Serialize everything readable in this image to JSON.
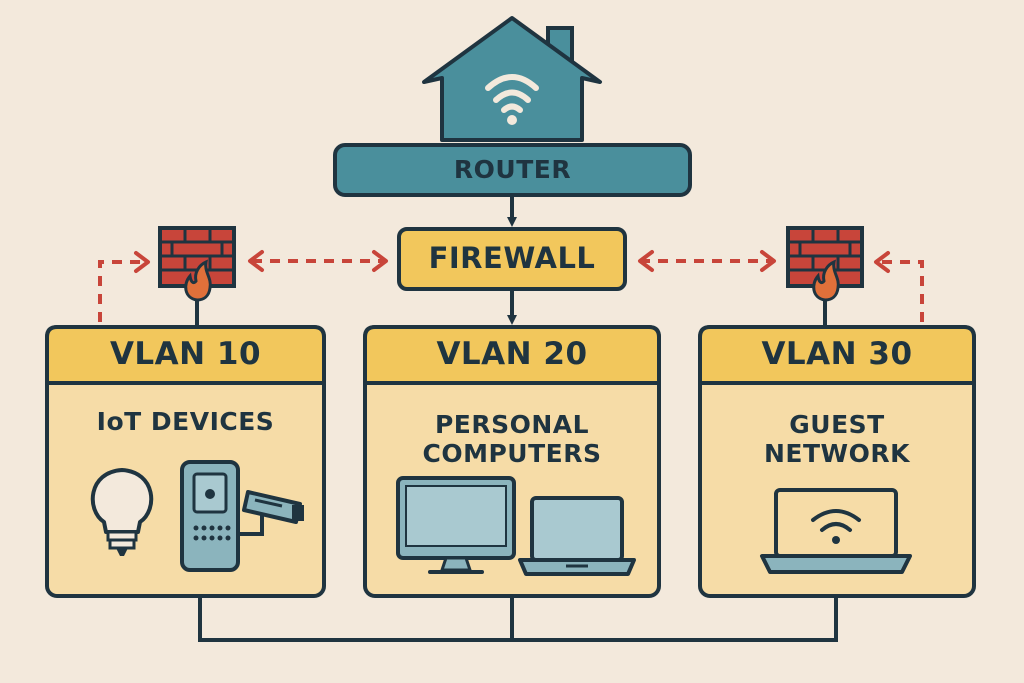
{
  "router": {
    "label": "ROUTER",
    "icon": "house-wifi-icon"
  },
  "firewall": {
    "label": "FIREWALL"
  },
  "vlans": [
    {
      "name": "VLAN 10",
      "segment": "IoT DEVICES",
      "devices": [
        "lightbulb-icon",
        "smart-speaker-icon",
        "security-camera-icon"
      ]
    },
    {
      "name": "VLAN 20",
      "segment": "PERSONAL\nCOMPUTERS",
      "devices": [
        "desktop-monitor-icon",
        "laptop-icon"
      ]
    },
    {
      "name": "VLAN 30",
      "segment": "GUEST\nNETWORK",
      "devices": [
        "wifi-laptop-icon"
      ]
    }
  ],
  "colors": {
    "background": "#f3e9dc",
    "router_fill": "#4a8f9c",
    "outline": "#1f3440",
    "vlan_header": "#f2c75c",
    "vlan_body": "#f6dca7",
    "firewall_fill": "#f2c75c",
    "brick_red": "#c8453a",
    "flame_orange": "#e0703a",
    "dashed_arrow": "#c8453a",
    "device_fill": "#8bb4bd"
  }
}
